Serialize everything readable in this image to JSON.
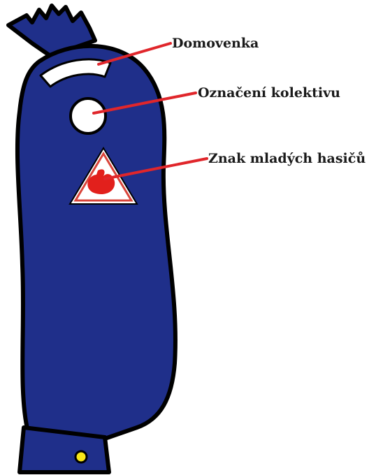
{
  "callouts": [
    {
      "label": "Domovenka"
    },
    {
      "label": "Označení kolektivu"
    },
    {
      "label": "Znak mladých hasičů"
    }
  ],
  "colors": {
    "sleeve": "#1f2f8a",
    "outline": "#000000",
    "leader_line": "#e0262b",
    "badge_border": "#d9443a",
    "emblem": "#e2201c",
    "button": "#f7e619",
    "white": "#ffffff"
  },
  "icons": [
    "sleeve-illustration",
    "domovenka-patch",
    "collective-circle-patch",
    "young-firefighters-emblem",
    "cuff-button"
  ]
}
